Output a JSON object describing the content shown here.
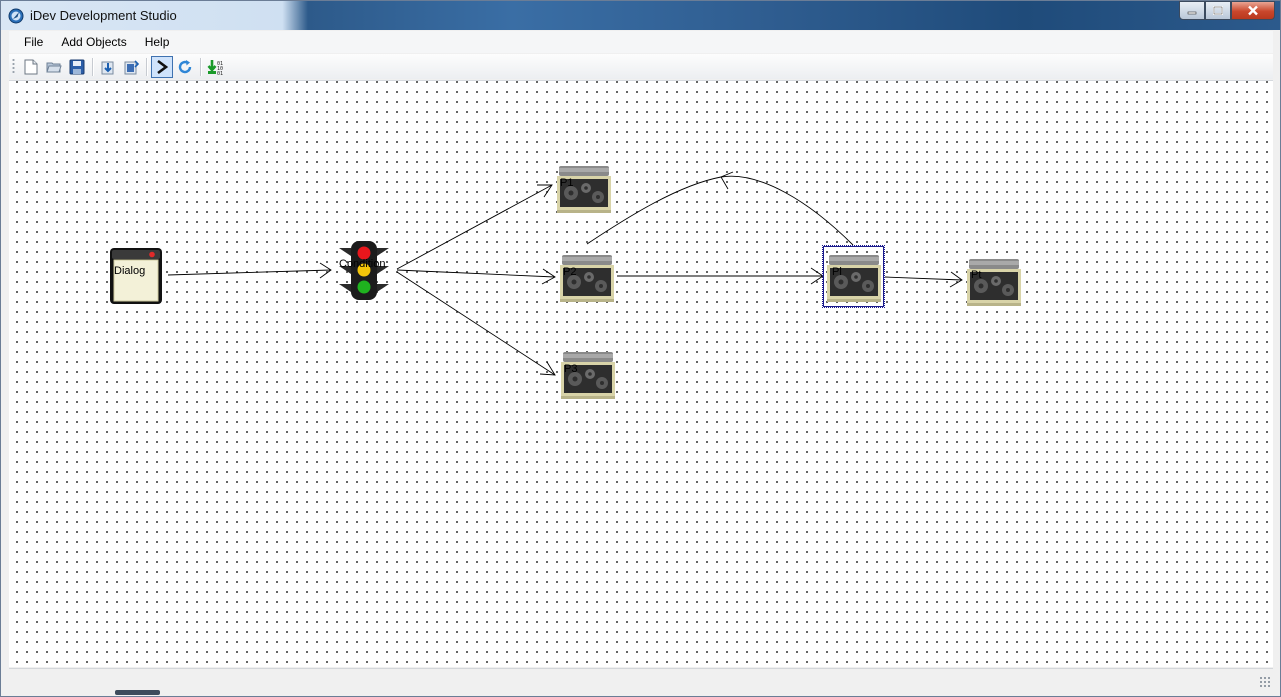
{
  "window": {
    "title": "iDev Development Studio",
    "controls": [
      "minimize",
      "maximize",
      "close"
    ]
  },
  "menu": {
    "items": [
      "File",
      "Add Objects",
      "Help"
    ]
  },
  "toolbar": {
    "buttons": [
      {
        "name": "new-file",
        "icon": "new-document-icon"
      },
      {
        "name": "open-file",
        "icon": "open-folder-icon"
      },
      {
        "name": "save-file",
        "icon": "save-disk-icon"
      },
      {
        "name": "import",
        "icon": "download-icon"
      },
      {
        "name": "export",
        "icon": "upload-icon"
      },
      {
        "name": "pointer-tool",
        "icon": "chevron-right-icon",
        "active": true
      },
      {
        "name": "refresh",
        "icon": "refresh-icon"
      },
      {
        "name": "compile-binary",
        "icon": "download-binary-icon"
      }
    ]
  },
  "diagram": {
    "nodes": [
      {
        "id": "dialog",
        "type": "dialog",
        "label": "Dialog"
      },
      {
        "id": "condition",
        "type": "condition",
        "label": "Condition"
      },
      {
        "id": "p1",
        "type": "process",
        "label": "P1"
      },
      {
        "id": "p2",
        "type": "process",
        "label": "P2"
      },
      {
        "id": "p3",
        "type": "process",
        "label": "P3"
      },
      {
        "id": "pi",
        "type": "process",
        "label": "Pl",
        "selected": true
      },
      {
        "id": "pt",
        "type": "process",
        "label": "Pt"
      }
    ],
    "edges": [
      {
        "from": "dialog",
        "to": "condition"
      },
      {
        "from": "condition",
        "to": "p1"
      },
      {
        "from": "condition",
        "to": "p2"
      },
      {
        "from": "condition",
        "to": "p3"
      },
      {
        "from": "p2",
        "to": "pi"
      },
      {
        "from": "pi",
        "to": "p2",
        "curved": true
      },
      {
        "from": "pi",
        "to": "pt"
      }
    ]
  },
  "colors": {
    "selection": "#1a1a8c",
    "edge": "#000000",
    "light_red": "#e8161c",
    "light_yellow": "#f2c40a",
    "light_green": "#1fb31f"
  }
}
